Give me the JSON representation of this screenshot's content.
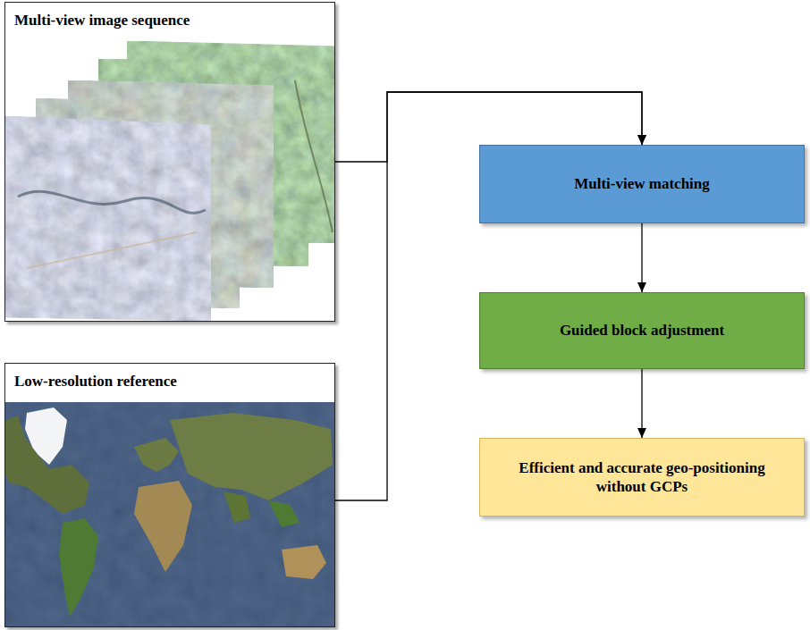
{
  "diagram": {
    "nodes": [
      {
        "text": [
          "Multi-view image sequence"
        ]
      },
      {
        "text": [
          "Low-resolution reference"
        ]
      },
      {
        "text": [
          "Multi-view matching"
        ]
      },
      {
        "text": [
          "Guided block adjustment"
        ]
      },
      {
        "text": [
          "Efficient and accurate geo-positioning without GCPs"
        ]
      }
    ],
    "edges": [
      {
        "from": 0,
        "to": 2,
        "arrow": "to"
      },
      {
        "from": 1,
        "to": 2,
        "arrow": "to"
      },
      {
        "from": 2,
        "to": 3,
        "arrow": "to"
      },
      {
        "from": 3,
        "to": 4,
        "arrow": "to"
      }
    ]
  }
}
